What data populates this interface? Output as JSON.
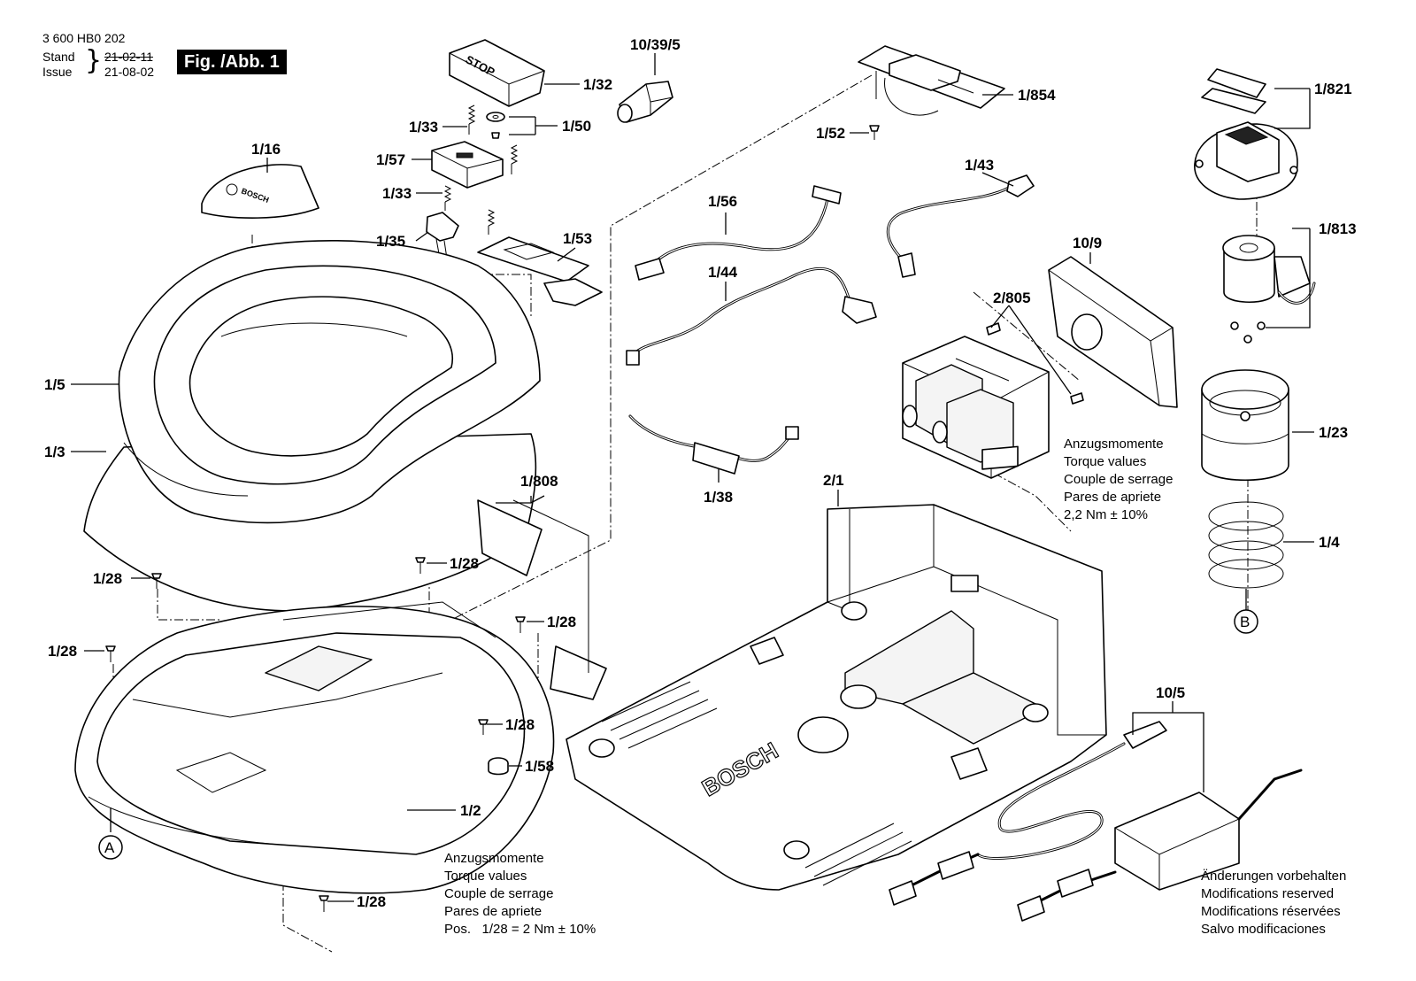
{
  "header": {
    "doc_number": "3 600 HB0 202",
    "stand_label": "Stand",
    "issue_label": "Issue",
    "old_date": "21-02-11",
    "new_date": "21-08-02",
    "figure_label": "Fig. /Abb. 1"
  },
  "callouts": {
    "p1_32": "1/32",
    "p10_39_5": "10/39/5",
    "p1_854": "1/854",
    "p1_821": "1/821",
    "p1_33a": "1/33",
    "p1_50": "1/50",
    "p1_52": "1/52",
    "p1_16": "1/16",
    "p1_57": "1/57",
    "p1_43": "1/43",
    "p1_33b": "1/33",
    "p1_56": "1/56",
    "p1_813": "1/813",
    "p1_35": "1/35",
    "p1_53": "1/53",
    "p10_9": "10/9",
    "p1_44": "1/44",
    "p2_805": "2/805",
    "p1_5": "1/5",
    "p1_23": "1/23",
    "p1_3": "1/3",
    "p1_38": "1/38",
    "p2_1": "2/1",
    "p1_808": "1/808",
    "p1_4": "1/4",
    "p1_28a": "1/28",
    "p1_28b": "1/28",
    "p1_28c": "1/28",
    "p1_28d": "1/28",
    "p1_28e": "1/28",
    "p1_28f": "1/28",
    "p1_58": "1/58",
    "p1_2": "1/2",
    "p10_5": "10/5",
    "circle_a": "A",
    "circle_b": "B"
  },
  "torque_note_top": {
    "line1": "Anzugsmomente",
    "line2": "Torque values",
    "line3": "Couple de serrage",
    "line4": "Pares de apriete",
    "line5": "2,2 Nm ± 10%"
  },
  "torque_note_bottom": {
    "line1": "Anzugsmomente",
    "line2": "Torque values",
    "line3": "Couple de serrage",
    "line4": "Pares de apriete",
    "line5": "Pos.   1/28 = 2 Nm ± 10%"
  },
  "changes_note": {
    "line1": "Änderungen vorbehalten",
    "line2": "Modifications reserved",
    "line3": "Modifications réservées",
    "line4": "Salvo modificaciones"
  },
  "part_markings": {
    "stop_text": "STOP",
    "bosch_text": "BOSCH"
  }
}
